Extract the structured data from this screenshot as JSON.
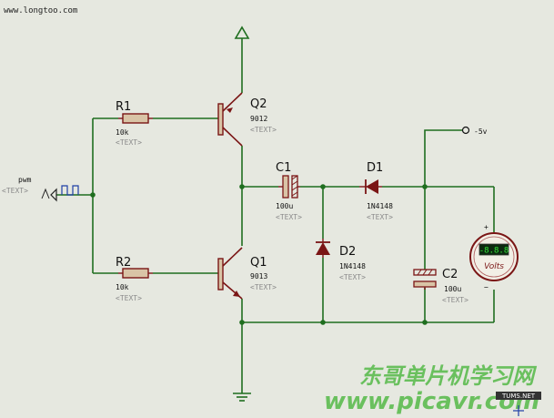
{
  "site_url": "www.longtoo.com",
  "watermark_cn": "东哥单片机学习网",
  "watermark_url": "www.picavr.com",
  "corner_mark": "TUMS.NET",
  "placeholder": "<TEXT>",
  "supply_label": "-5v",
  "input": {
    "label": "pwm",
    "placeholder": "<TEXT>"
  },
  "components": {
    "r1": {
      "ref": "R1",
      "value": "10k",
      "placeholder": "<TEXT>"
    },
    "r2": {
      "ref": "R2",
      "value": "10k",
      "placeholder": "<TEXT>"
    },
    "q2": {
      "ref": "Q2",
      "value": "9012",
      "placeholder": "<TEXT>"
    },
    "q1": {
      "ref": "Q1",
      "value": "9013",
      "placeholder": "<TEXT>"
    },
    "c1": {
      "ref": "C1",
      "value": "100u",
      "placeholder": "<TEXT>"
    },
    "c2": {
      "ref": "C2",
      "value": "100u",
      "placeholder": "<TEXT>"
    },
    "d1": {
      "ref": "D1",
      "value": "1N4148",
      "placeholder": "<TEXT>"
    },
    "d2": {
      "ref": "D2",
      "value": "1N4148",
      "placeholder": "<TEXT>"
    }
  },
  "voltmeter": {
    "display": "-8.8.8",
    "units": "Volts",
    "plus": "+",
    "minus": "−"
  },
  "colors": {
    "wire": "#1f6e1f",
    "component": "#7a1515",
    "background": "#e6e8e0",
    "watermark": "#54b947"
  }
}
